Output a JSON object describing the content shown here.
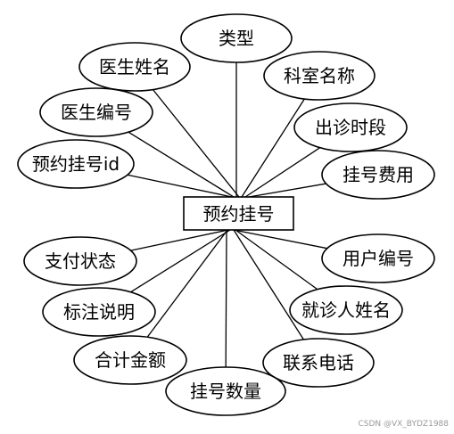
{
  "entity": {
    "label": "预约挂号"
  },
  "attributes": [
    {
      "key": "type",
      "label": "类型"
    },
    {
      "key": "doctor_name",
      "label": "医生姓名"
    },
    {
      "key": "department_name",
      "label": "科室名称"
    },
    {
      "key": "doctor_id",
      "label": "医生编号"
    },
    {
      "key": "clinic_period",
      "label": "出诊时段"
    },
    {
      "key": "appointment_id",
      "label": "预约挂号id"
    },
    {
      "key": "registration_fee",
      "label": "挂号费用"
    },
    {
      "key": "payment_status",
      "label": "支付状态"
    },
    {
      "key": "user_id",
      "label": "用户编号"
    },
    {
      "key": "remark",
      "label": "标注说明"
    },
    {
      "key": "patient_name",
      "label": "就诊人姓名"
    },
    {
      "key": "total_amount",
      "label": "合计金额"
    },
    {
      "key": "phone",
      "label": "联系电话"
    },
    {
      "key": "registration_count",
      "label": "挂号数量"
    }
  ],
  "watermark": "CSDN @VX_BYDZ1988"
}
